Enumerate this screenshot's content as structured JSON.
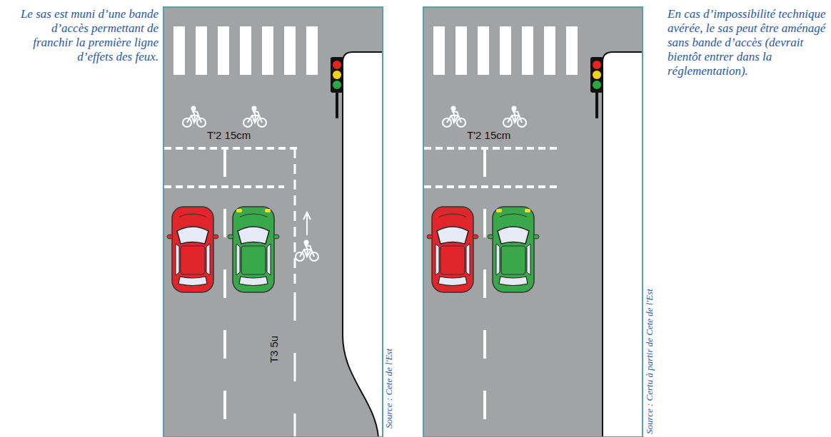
{
  "diagram": {
    "labels": [
      "Le sas est muni d’une bande d’accès permettant de franchir la première ligne d’effets des feux.",
      "T'2 15cm",
      "T3 5u",
      "Source : Cete de l'Est",
      "T'2 15cm",
      "Source : Certu à partir de Cete de l'Est",
      "En cas d’impossibilité technique avérée, le sas peut être aménagé sans bande d’accès (devrait bientôt entrer dans la réglementation)."
    ]
  }
}
